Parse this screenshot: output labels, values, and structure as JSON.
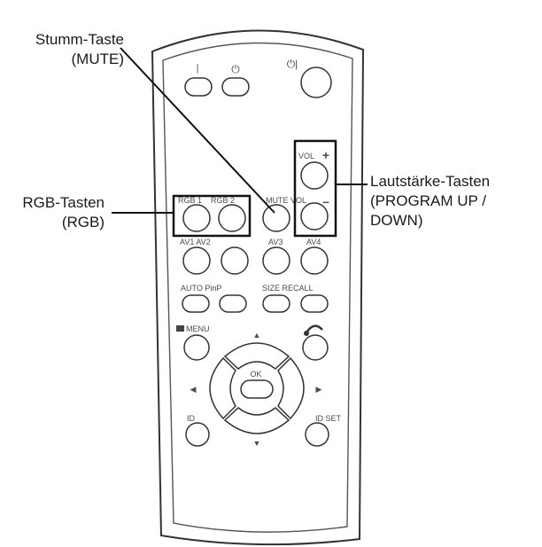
{
  "callouts": {
    "mute": {
      "line1": "Stumm-Taste",
      "line2": "(MUTE)"
    },
    "rgb": {
      "line1": "RGB-Tasten",
      "line2": "(RGB)"
    },
    "volume": {
      "line1": "Lautstärke-Tasten",
      "line2": "(PROGRAM UP /",
      "line3": "DOWN)"
    }
  },
  "remote": {
    "top_row": {
      "left_symbol": "|",
      "power_symbol": "⏻",
      "standby_symbol": "⏻|"
    },
    "volume": {
      "label": "VOL",
      "plus": "+",
      "minus": "–"
    },
    "row2": {
      "rgb1": "RGB 1",
      "rgb2": "RGB 2",
      "mute_label": "MUTE VOL"
    },
    "row3": {
      "av12": "AV1 AV2",
      "av3": "AV3",
      "av4": "AV4"
    },
    "row4": {
      "auto": "AUTO PinP",
      "size_recall": "SIZE RECALL"
    },
    "nav": {
      "menu": "MENU",
      "ok": "OK",
      "up": "▲",
      "down": "▼",
      "left": "◀",
      "right": "▶",
      "id": "ID",
      "id_set": "ID SET"
    }
  },
  "colors": {
    "line": "#2b2b2b",
    "outline": "#333333",
    "text": "#1a1a1a"
  }
}
